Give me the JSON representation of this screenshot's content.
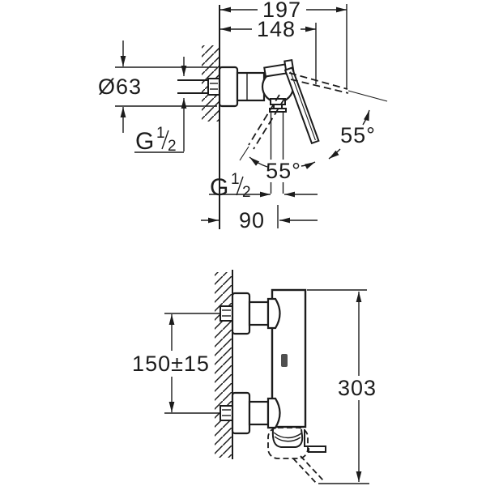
{
  "colors": {
    "background": "#ffffff",
    "line": "#1c1c1c",
    "logo": "#4f4f4f"
  },
  "top_view": {
    "dim_total_depth": "197",
    "dim_handle_depth": "148",
    "dim_escutcheon_diameter": "Ø63",
    "inlet_thread": {
      "base": "G",
      "numerator": "1",
      "denominator": "2"
    },
    "outlet_thread": {
      "base": "G",
      "numerator": "1",
      "denominator": "2"
    },
    "dim_handle_angle_upper": "55°",
    "dim_handle_angle_lower": "55°",
    "dim_outlet_depth": "90"
  },
  "front_view": {
    "dim_connection_spacing": "150±15",
    "dim_overall_height": "303",
    "logo_icon": "grohe-logo-mark"
  }
}
